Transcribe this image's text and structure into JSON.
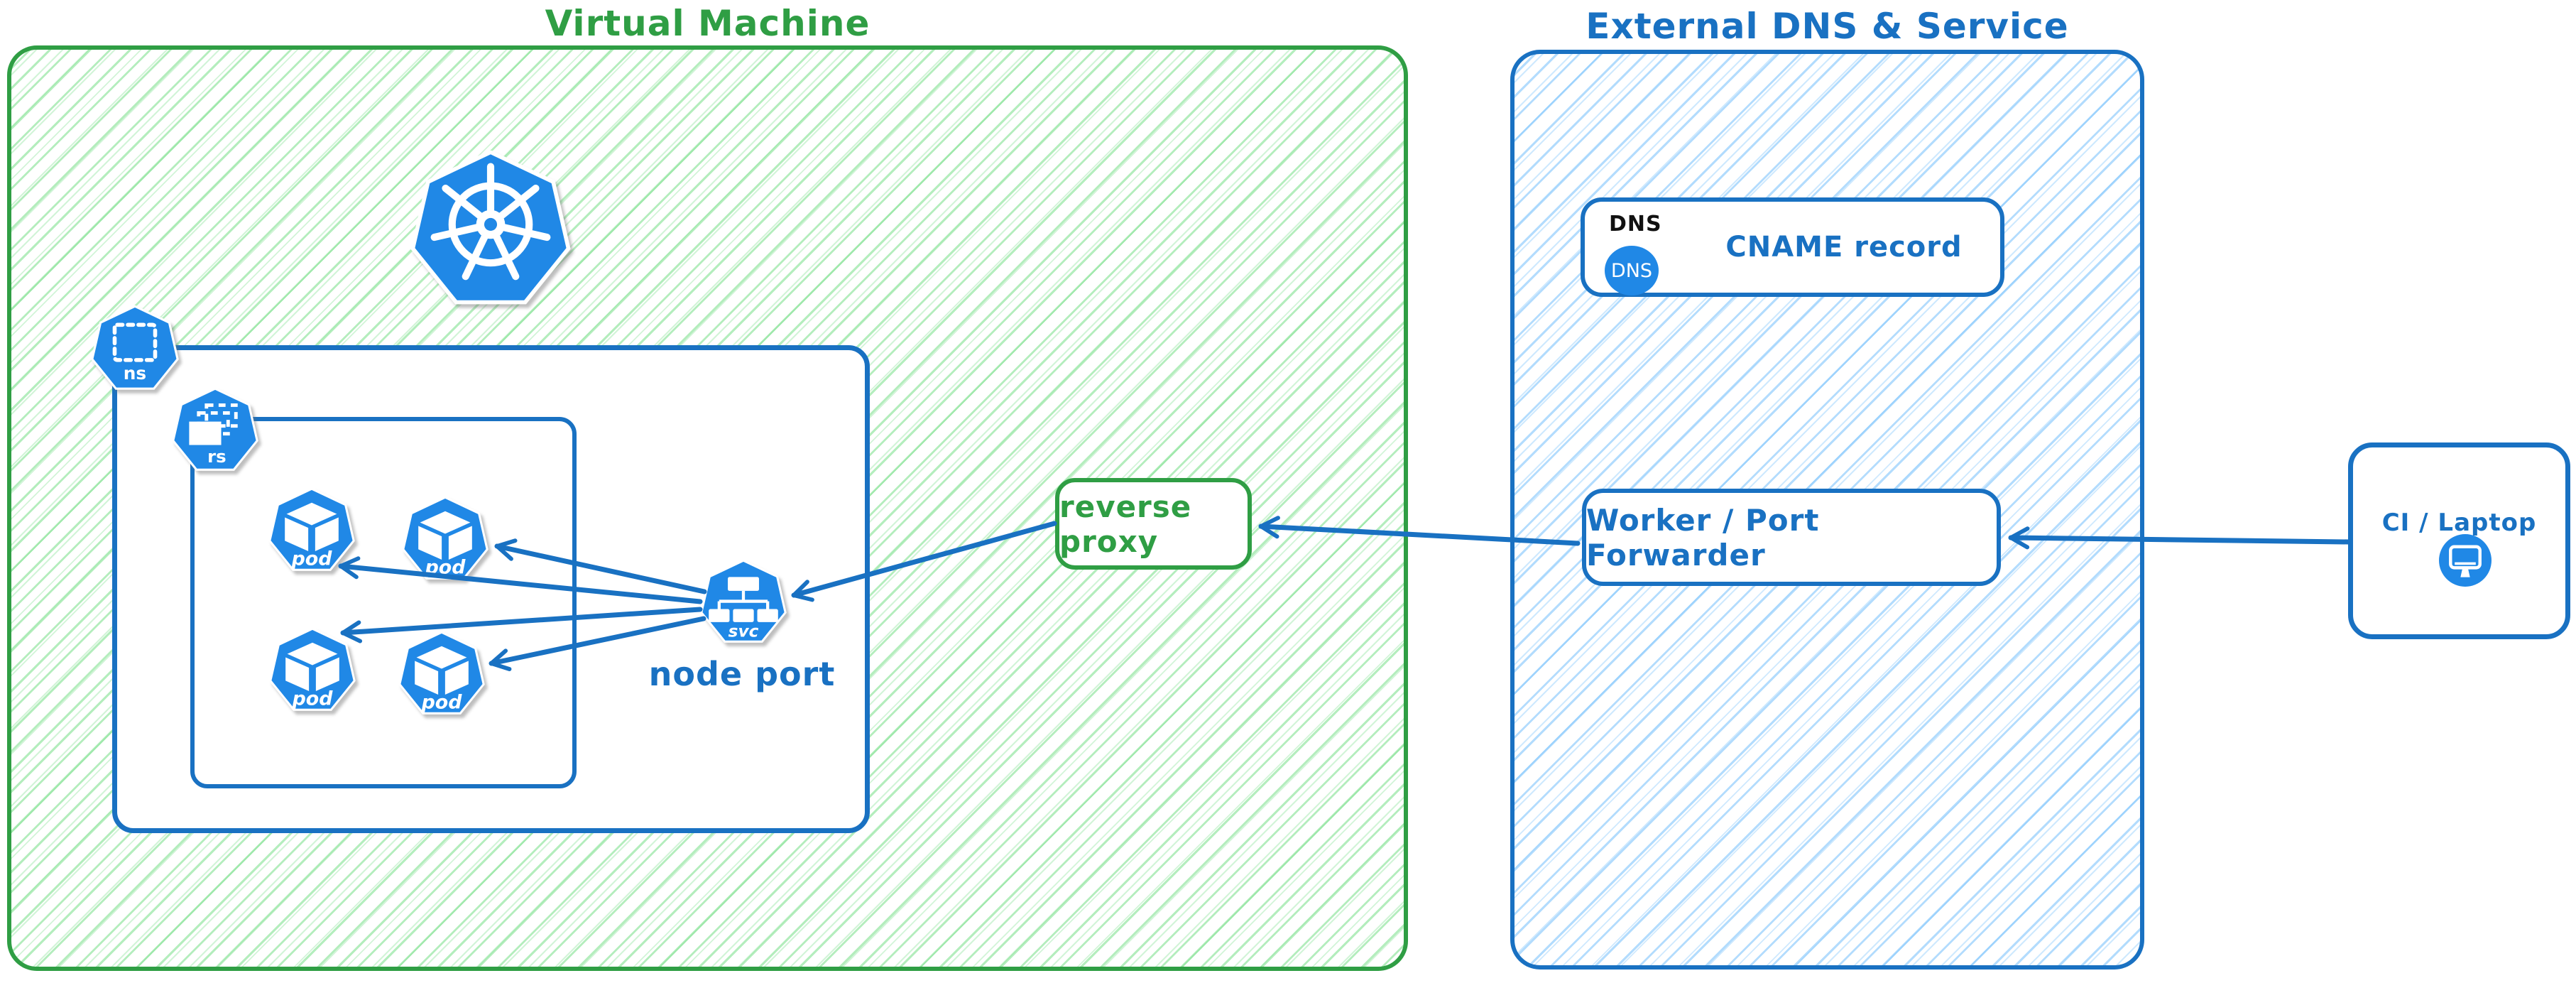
{
  "vm": {
    "title": "Virtual Machine",
    "kubernetes_logo": "kubernetes",
    "namespace_icon_label": "ns",
    "replicaset_icon_label": "rs",
    "pod_label": "pod",
    "service_icon_label": "svc",
    "service_caption": "node port",
    "reverse_proxy_label": "reverse proxy"
  },
  "external": {
    "title": "External DNS & Service",
    "dns": {
      "tag": "DNS",
      "icon_text": "DNS",
      "record_label": "CNAME record"
    },
    "worker_label": "Worker / Port Forwarder"
  },
  "client": {
    "label": "CI / Laptop",
    "icon": "monitor-icon"
  },
  "colors": {
    "green_border": "#2f9e44",
    "green_hatch": "#69db7c",
    "blue_border": "#1971c2",
    "blue_hatch": "#74c0fc",
    "icon_blue": "#2088e6",
    "dns_tag_text": "#111111",
    "background": "#ffffff"
  },
  "connections": [
    {
      "from": "ci-laptop",
      "to": "worker-port-forwarder"
    },
    {
      "from": "worker-port-forwarder",
      "to": "reverse-proxy"
    },
    {
      "from": "reverse-proxy",
      "to": "node-port-service"
    },
    {
      "from": "node-port-service",
      "to": "pod-1"
    },
    {
      "from": "node-port-service",
      "to": "pod-2"
    },
    {
      "from": "node-port-service",
      "to": "pod-3"
    },
    {
      "from": "node-port-service",
      "to": "pod-4"
    }
  ]
}
